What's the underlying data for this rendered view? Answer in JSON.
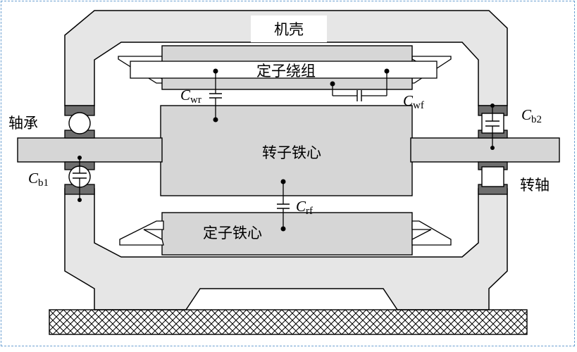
{
  "labels": {
    "housing": "机壳",
    "stator_winding": "定子绕组",
    "rotor_core": "转子铁心",
    "stator_core": "定子铁心",
    "bearing": "轴承",
    "shaft": "转轴"
  },
  "capacitors": {
    "wr": {
      "symbol": "C",
      "subscript": "wr"
    },
    "wf": {
      "symbol": "C",
      "subscript": "wf"
    },
    "rf": {
      "symbol": "C",
      "subscript": "rf"
    },
    "b1": {
      "symbol": "C",
      "subscript": "b1"
    },
    "b2": {
      "symbol": "C",
      "subscript": "b2"
    }
  },
  "colors": {
    "housing_fill": "#e6e6e6",
    "core_fill": "#d6d6d6",
    "bearing_ring": "#6e6e6e",
    "line": "#000000",
    "border": "#6a9fd1"
  }
}
